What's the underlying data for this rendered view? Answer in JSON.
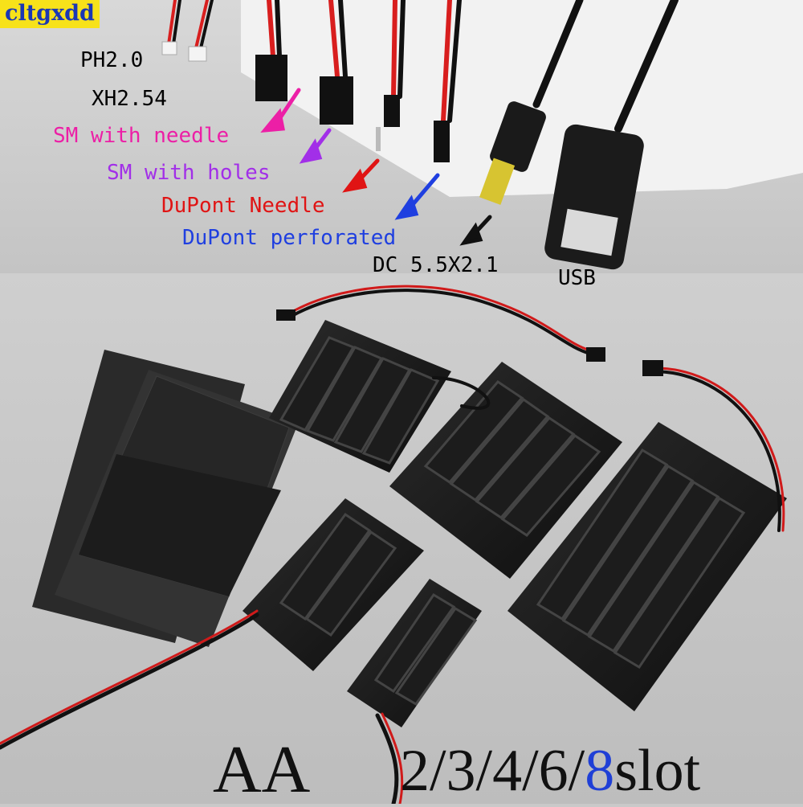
{
  "brand": {
    "logo_text": "cltgxdd"
  },
  "connectors": [
    {
      "label": "PH2.0",
      "color": "#111111"
    },
    {
      "label": "XH2.54",
      "color": "#111111"
    },
    {
      "label": "SM with needle",
      "color": "#ec1fa6"
    },
    {
      "label": "SM with holes",
      "color": "#a22fe8"
    },
    {
      "label": "DuPont Needle",
      "color": "#e01414"
    },
    {
      "label": "DuPont perforated",
      "color": "#1f3fe0"
    },
    {
      "label": "DC 5.5X2.1",
      "color": "#111111"
    },
    {
      "label": "USB",
      "color": "#111111"
    }
  ],
  "footer": {
    "battery_type": "AA",
    "slots_prefix": "2/3/4/6/",
    "slots_highlight": "8",
    "slots_suffix": "slot"
  },
  "colors": {
    "brand_bg": "#f7e21a",
    "brand_text": "#1a37b5",
    "highlight": "#1f3fd6"
  }
}
